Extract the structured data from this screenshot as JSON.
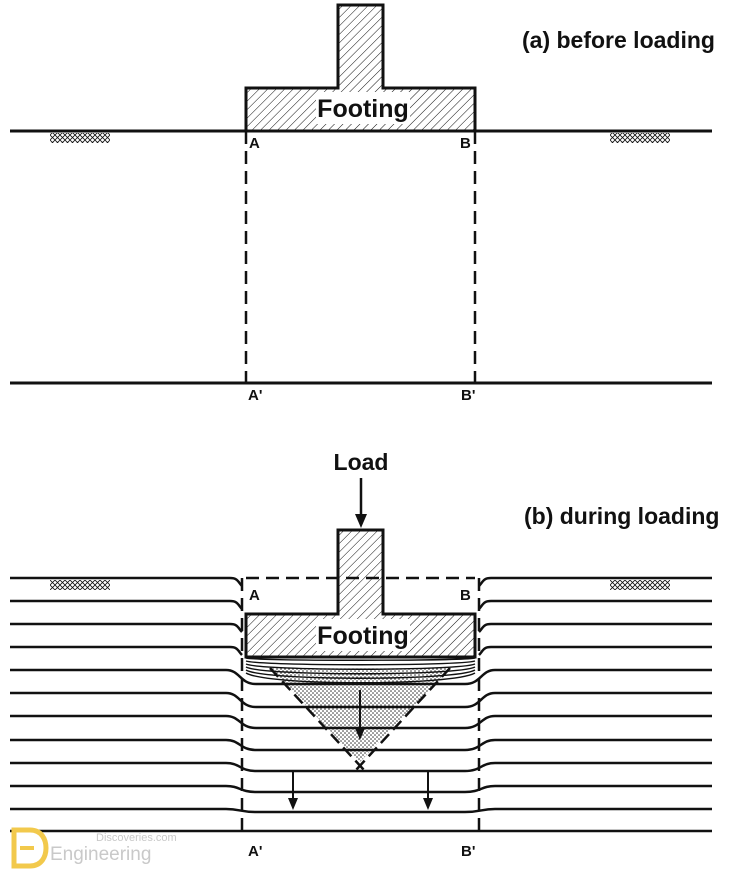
{
  "panel_a": {
    "title": "(a) before loading",
    "footing_label": "Footing",
    "point_a": "A",
    "point_b": "B",
    "point_a_prime": "A'",
    "point_b_prime": "B'"
  },
  "panel_b": {
    "title": "(b) during loading",
    "load_label": "Load",
    "footing_label": "Footing",
    "point_a": "A",
    "point_b": "B",
    "point_a_prime": "A'",
    "point_b_prime": "B'"
  },
  "watermark": {
    "site": "Discoveries.com",
    "brand": "Engineering",
    "accent_color": "#f2c94c"
  },
  "colors": {
    "line": "#111111",
    "background": "#ffffff"
  }
}
